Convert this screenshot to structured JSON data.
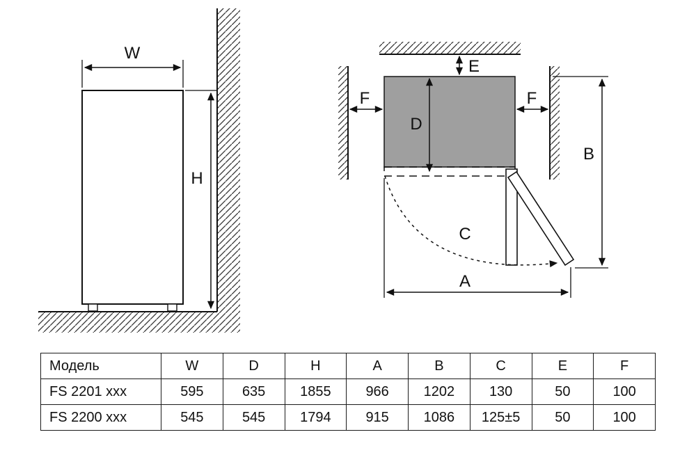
{
  "diagram": {
    "front_view": {
      "width_label": "W",
      "height_label": "H"
    },
    "top_view": {
      "gap_top_label": "E",
      "depth_label": "D",
      "gap_left_label": "F",
      "gap_right_label": "F",
      "total_depth_label": "B",
      "door_swing_label": "C",
      "total_width_label": "A"
    }
  },
  "table": {
    "headers": [
      "Модель",
      "W",
      "D",
      "H",
      "A",
      "B",
      "C",
      "E",
      "F"
    ],
    "rows": [
      {
        "model": "FS 2201 xxx",
        "values": [
          "595",
          "635",
          "1855",
          "966",
          "1202",
          "130",
          "50",
          "100"
        ]
      },
      {
        "model": "FS 2200 xxx",
        "values": [
          "545",
          "545",
          "1794",
          "915",
          "1086",
          "125±5",
          "50",
          "100"
        ]
      }
    ]
  },
  "colors": {
    "cabinet_fill": "#9f9f9f",
    "line": "#111111"
  }
}
